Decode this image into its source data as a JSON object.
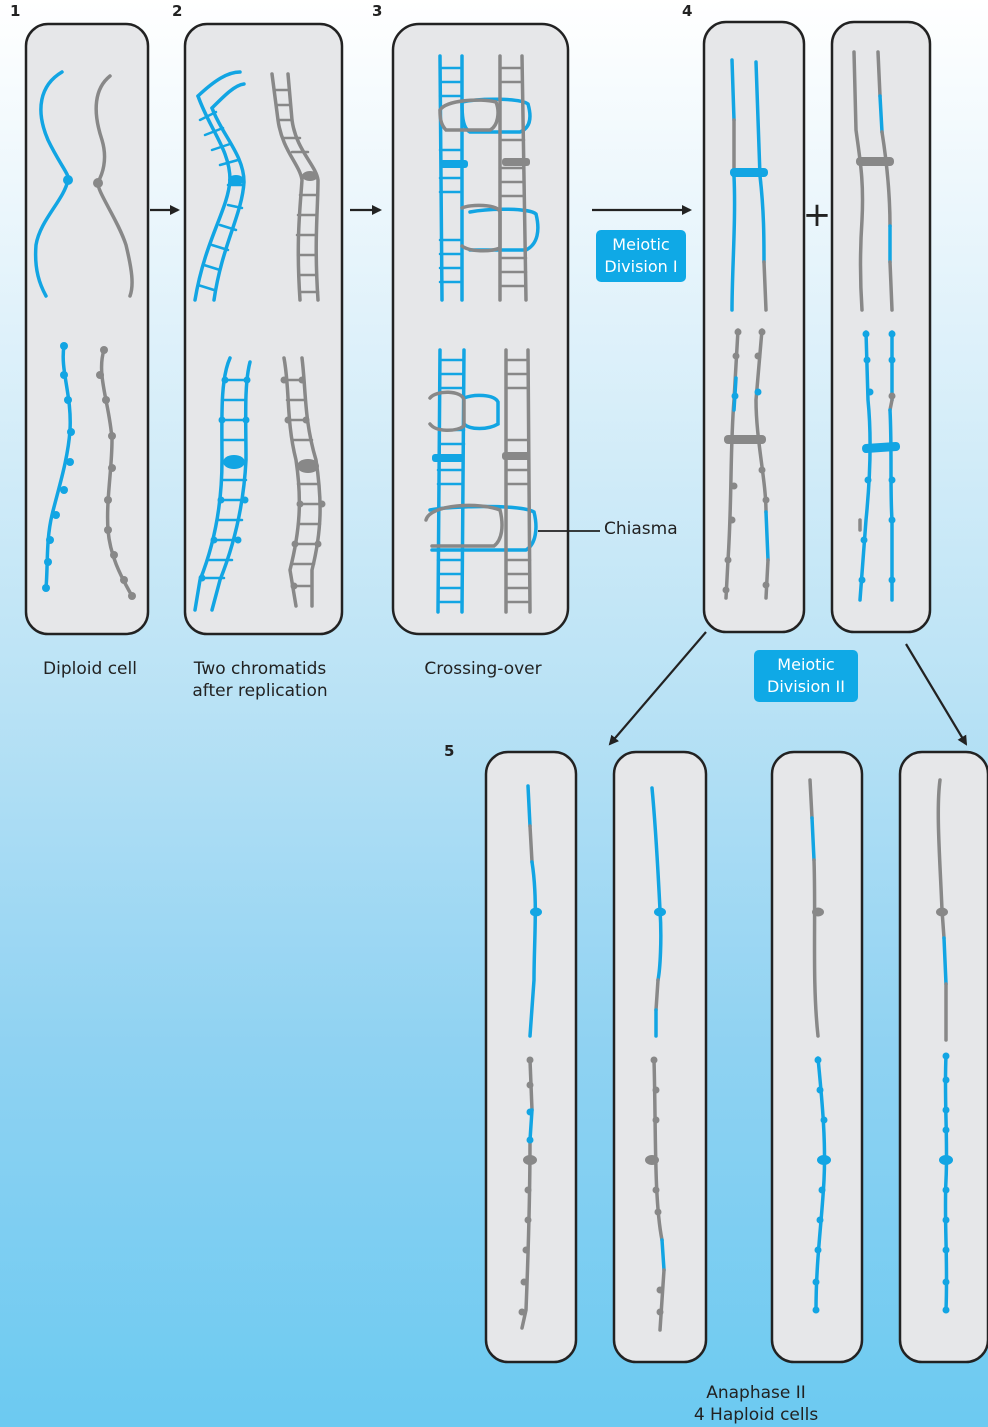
{
  "steps": {
    "s1": "1",
    "s2": "2",
    "s3": "3",
    "s4": "4",
    "s5": "5"
  },
  "captions": {
    "diploid": "Diploid cell",
    "two_chromatids_1": "Two chromatids",
    "two_chromatids_2": "after replication",
    "crossing_over": "Crossing-over",
    "anaphase_1": "Anaphase II",
    "anaphase_2": "4 Haploid cells"
  },
  "labels": {
    "div1_line1": "Meiotic",
    "div1_line2": "Division I",
    "div2_line1": "Meiotic",
    "div2_line2": "Division II",
    "chiasma": "Chiasma",
    "plus": "+"
  },
  "colors": {
    "blue": "#12a5e3",
    "gray": "#888888",
    "cell_fill": "#e6e7e9",
    "cell_stroke": "#222222",
    "tag_bg": "#0fa9e6"
  }
}
